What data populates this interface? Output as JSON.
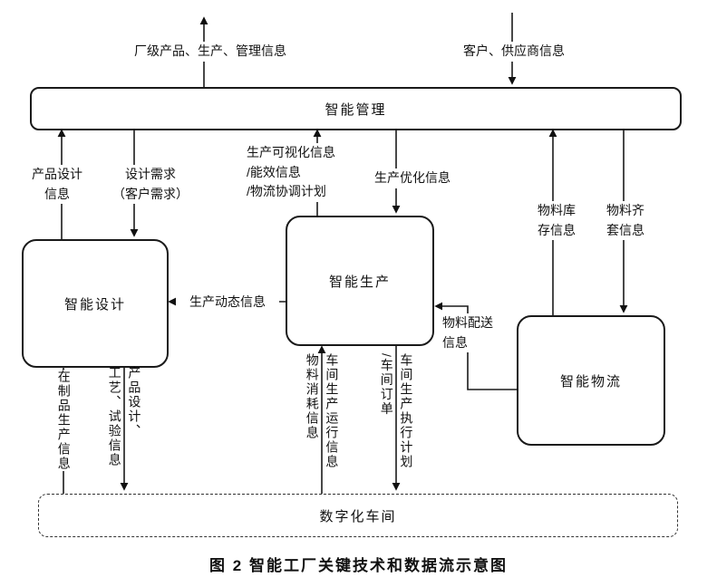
{
  "figure": {
    "caption": "图 2  智能工厂关键技术和数据流示意图"
  },
  "nodes": {
    "management": {
      "label": "智能管理"
    },
    "design": {
      "label": "智能设计"
    },
    "production": {
      "label": "智能生产"
    },
    "logistics": {
      "label": "智能物流"
    },
    "workshop": {
      "label": "数字化车间"
    }
  },
  "labels": {
    "factory_info": "厂级产品、生产、管理信息",
    "customer_supplier_info": "客户、供应商信息",
    "product_design_info": "产品设计\n信息",
    "design_requirement": "设计需求\n（客户需求）",
    "production_visual_info": "生产可视化信息\n/能效信息\n/物流协调计划",
    "production_optimization_info": "生产优化信息",
    "material_inventory_info": "物料库\n存信息",
    "material_kitting_info": "物料齐\n套信息",
    "production_dynamic_info": "生产动态信息",
    "material_delivery_info": "物料配送\n信息",
    "wip_production_info": "在制品生产信息",
    "product_design_process_test_info": "产品设计、\n工艺、试验信息",
    "workshop_operation_material_info": "车间生产运行信息\n物料消耗信息",
    "workshop_execution_plan_order": "车间生产执行计划\n/车间订单"
  }
}
